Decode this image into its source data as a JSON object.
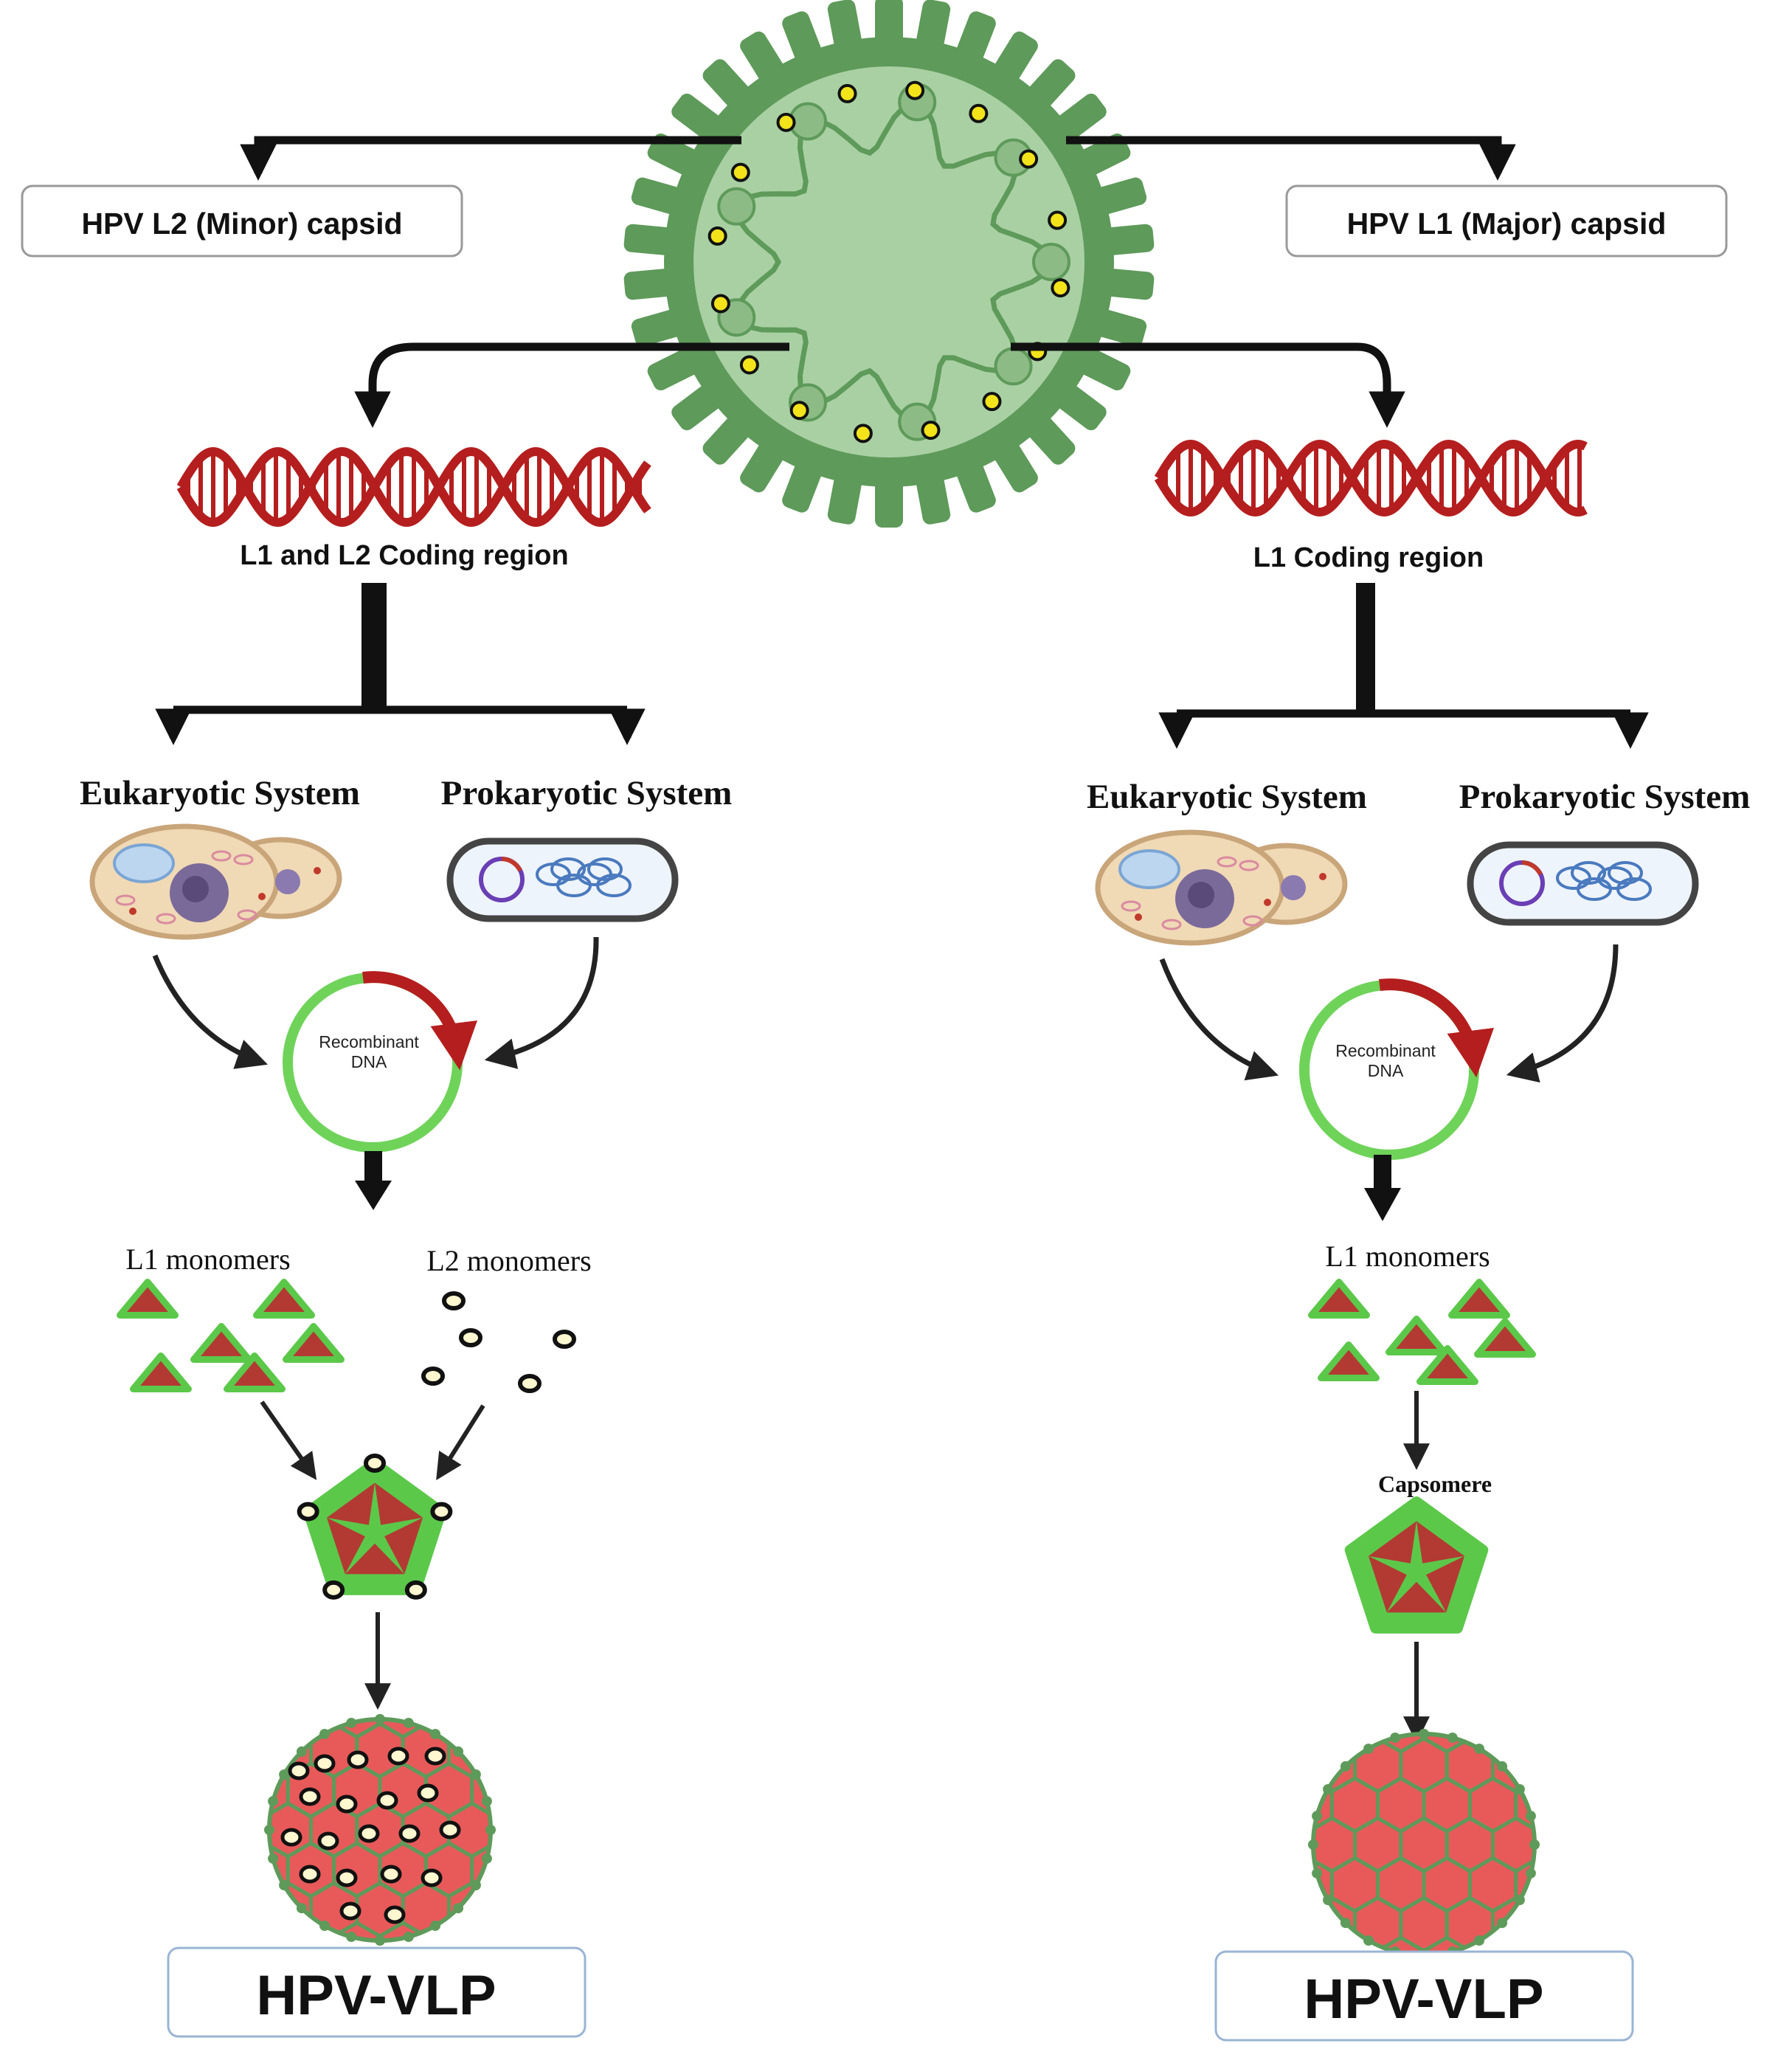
{
  "top": {
    "left_capsid_label": "HPV L2 (Minor) capsid",
    "right_capsid_label": "HPV L1 (Major) capsid"
  },
  "left": {
    "coding_label": "L1 and L2 Coding region",
    "eukaryotic_label": "Eukaryotic System",
    "prokaryotic_label": "Prokaryotic System",
    "recombinant_label_1": "Recombinant",
    "recombinant_label_2": "DNA",
    "l1_monomers_label": "L1 monomers",
    "l2_monomers_label": "L2 monomers",
    "vlp_label": "HPV-VLP"
  },
  "right": {
    "coding_label": "L1 Coding region",
    "eukaryotic_label": "Eukaryotic System",
    "prokaryotic_label": "Prokaryotic System",
    "recombinant_label_1": "Recombinant",
    "recombinant_label_2": "DNA",
    "l1_monomers_label": "L1 monomers",
    "capsomere_label": "Capsomere",
    "vlp_label": "HPV-VLP"
  },
  "colors": {
    "virus_green": "#5e9a5a",
    "virus_light": "#a9d0a3",
    "dna_red": "#b51e1e",
    "plasmid_green": "#6fd35a",
    "monomer_green": "#5cc84a",
    "monomer_red": "#b23a33",
    "vlp_red": "#e85a5a",
    "yellow_dot": "#f3e31a"
  },
  "icons": [
    "virus-icon",
    "dna-helix-icon",
    "eukaryotic-cell-icon",
    "prokaryotic-cell-icon",
    "plasmid-icon",
    "capsomere-icon",
    "vlp-sphere-icon"
  ]
}
